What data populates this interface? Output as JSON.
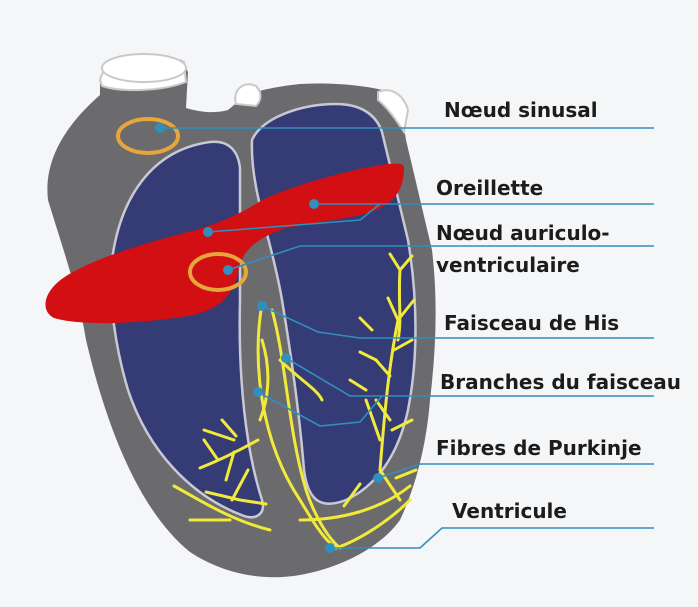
{
  "diagram": {
    "labels": {
      "noeud_sinusal": "Nœud sinusal",
      "oreillette": "Oreillette",
      "noeud_av_1": "Nœud auriculo-",
      "noeud_av_2": "ventriculaire",
      "faisceau_his": "Faisceau de His",
      "branches": "Branches du faisceau",
      "purkinje": "Fibres de Purkinje",
      "ventricule": "Ventricule"
    },
    "colors": {
      "background": "#f5f6f7",
      "heart_wall": "#6b6b6d",
      "ventricle": "#353b74",
      "atrium": "#d20f12",
      "conduction_fibres": "#f2ea3a",
      "nodes": "#e7a63b",
      "leader_lines": "#2f8fbd"
    }
  }
}
